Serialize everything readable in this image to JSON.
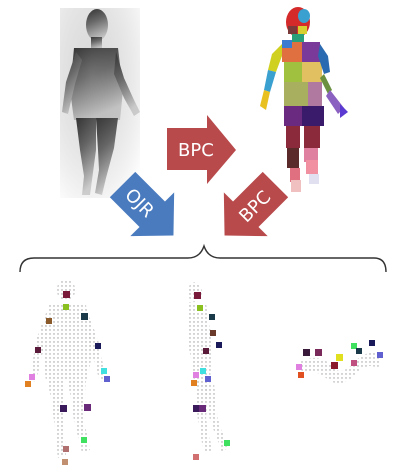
{
  "labels": {
    "bpc_top": "BPC",
    "ojr": "OJR",
    "bpc_diag": "BPC"
  },
  "colors": {
    "bpc_arrow": "#b84a4c",
    "ojr_arrow": "#4a7bbf",
    "brace": "#333333",
    "cloud_points": "#9a9a9a"
  },
  "icons": {
    "depth_image": "depth-silhouette-icon",
    "part_image": "body-part-segmentation-icon",
    "clouds": "point-cloud-icon"
  }
}
